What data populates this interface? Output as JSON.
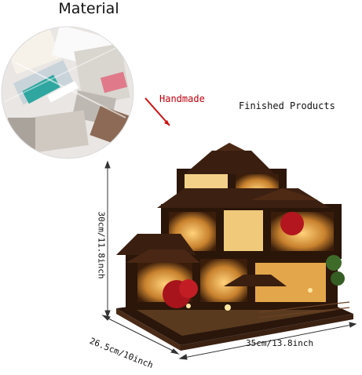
{
  "labels": {
    "material": "Material",
    "handmade": "Handmade",
    "finished": "Finished Products",
    "height": "30cm/11.8inch",
    "depth": "26.5cm/10inch",
    "width": "35cm/13.8inch"
  },
  "colors": {
    "handmade_text": "#c0000c",
    "arrow": "#cc1111",
    "night_bg": "#1a0d05",
    "warm_light": "#f4b84a",
    "wood_dark": "#3a1f10",
    "foliage_red": "#a8141c"
  },
  "icons": {
    "arrow": "red-diagonal-arrow-icon"
  }
}
